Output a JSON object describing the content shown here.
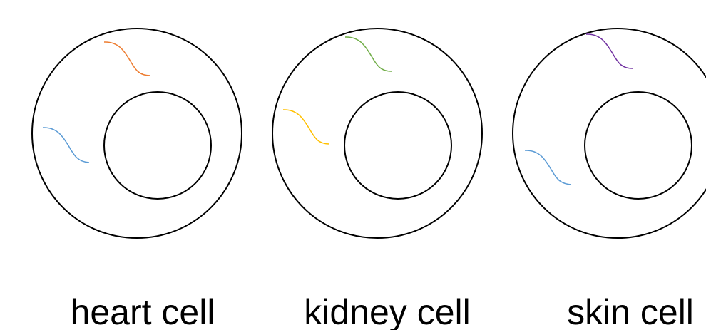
{
  "cells": [
    {
      "label": "heart cell",
      "strands": [
        {
          "color": "#ED7D31"
        },
        {
          "color": "#5B9BD5"
        }
      ]
    },
    {
      "label": "kidney cell",
      "strands": [
        {
          "color": "#70AD47"
        },
        {
          "color": "#FFC000"
        }
      ]
    },
    {
      "label": "skin cell",
      "strands": [
        {
          "color": "#7030A0"
        },
        {
          "color": "#5B9BD5"
        }
      ]
    }
  ]
}
